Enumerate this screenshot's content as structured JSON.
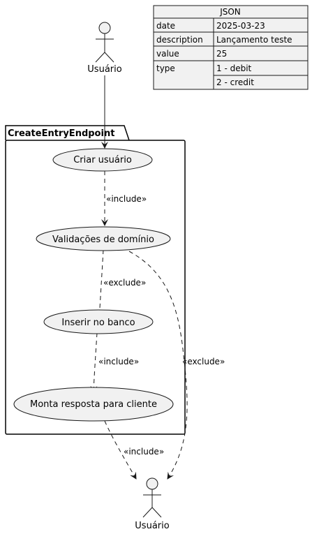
{
  "colors": {
    "fill": "#f1f1f1",
    "stroke": "#181818",
    "background": "#ffffff"
  },
  "json_table": {
    "title": "JSON",
    "rows": [
      {
        "key": "date",
        "value": "2025-03-23"
      },
      {
        "key": "description",
        "value": "Lançamento teste"
      },
      {
        "key": "value",
        "value": "25"
      },
      {
        "key": "type",
        "value": "1 - debit"
      },
      {
        "key": "",
        "value": "2 - credit"
      }
    ]
  },
  "actors": {
    "top": {
      "label": "Usuário"
    },
    "bottom": {
      "label": "Usuário"
    }
  },
  "package": {
    "title": "CreateEntryEndpoint"
  },
  "usecases": {
    "criar": "Criar usuário",
    "validacoes": "Validações de domínio",
    "inserir": "Inserir no banco",
    "monta": "Monta resposta para cliente"
  },
  "edges": {
    "criar_validacoes": "«include»",
    "validacoes_inserir": "«exclude»",
    "inserir_monta": "«include»",
    "monta_usuario": "«include»",
    "validacoes_usuario": "«exclude»"
  }
}
